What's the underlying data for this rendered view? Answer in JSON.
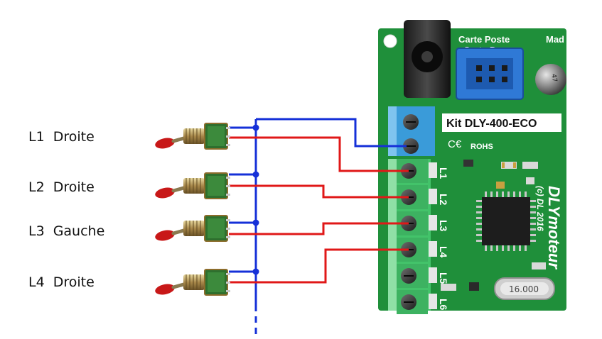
{
  "switches": [
    {
      "id": "L1",
      "direction": "Droite"
    },
    {
      "id": "L2",
      "direction": "Droite"
    },
    {
      "id": "L3",
      "direction": "Gauche"
    },
    {
      "id": "L4",
      "direction": "Droite"
    }
  ],
  "board": {
    "kit_label": "Kit DLY-400-ECO",
    "connector_label_line1": "Carte Poste",
    "connector_label_line2": "Carte Dcc",
    "corner_text": "Mad",
    "ce_mark": "C€",
    "rohs": "ROHS",
    "brand": "DLYmoteur",
    "copyright": "(c) DL 2016",
    "crystal": "16.000",
    "cap_text": "47",
    "terminals": [
      "L1",
      "L2",
      "L3",
      "L4",
      "L5",
      "L6"
    ]
  },
  "colors": {
    "pcb": "#1f8f3a",
    "terminal_green": "#43c36a",
    "terminal_blue": "#3a9bd9",
    "wire_blue": "#1530d8",
    "wire_red": "#e01818",
    "lever_red": "#c81818"
  }
}
